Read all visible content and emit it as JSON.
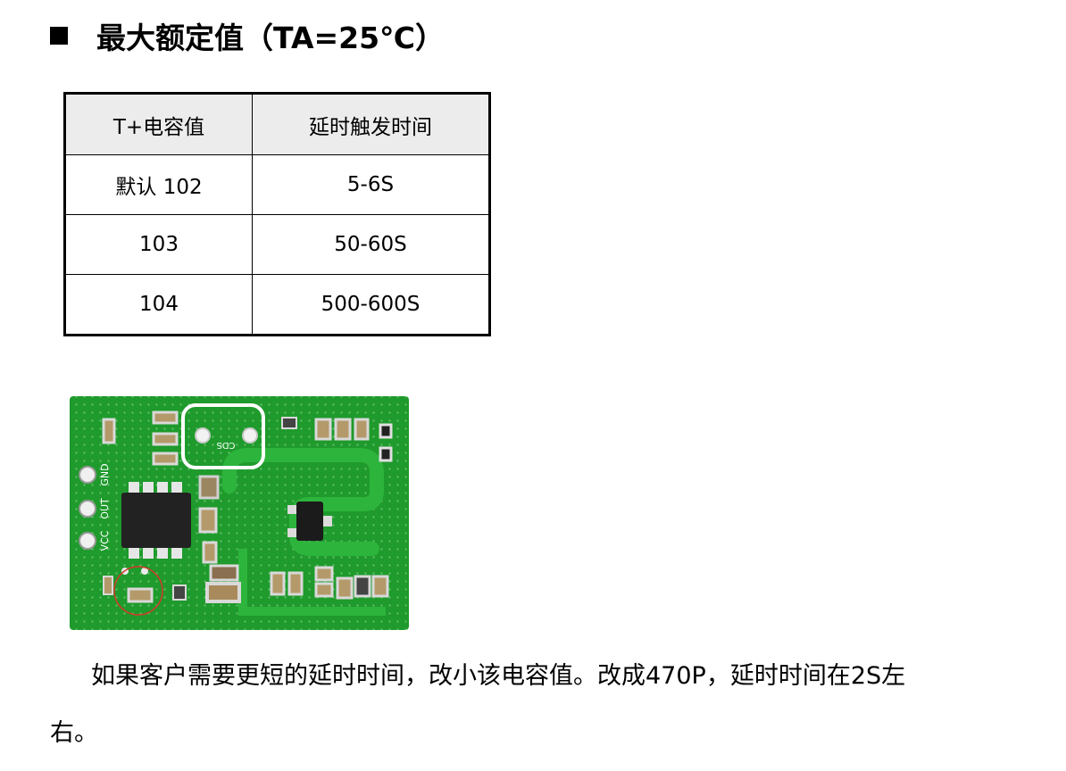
{
  "heading": {
    "text": "最大额定值（TA=25℃）"
  },
  "table": {
    "headers": [
      "T+电容值",
      "延时触发时间"
    ],
    "rows": [
      [
        "默认 102",
        "5-6S"
      ],
      [
        "103",
        "50-60S"
      ],
      [
        "104",
        "500-600S"
      ]
    ]
  },
  "figure": {
    "pin_labels": [
      "GND",
      "OUT",
      "VCC"
    ],
    "component_label": "CDS",
    "board_color": "#1f9a2c",
    "highlight_color": "#d23a2a"
  },
  "paragraph": {
    "line1": "如果客户需要更短的延时时间，改小该电容值。改成470P，延时时间在2S左",
    "line2": "右。"
  }
}
